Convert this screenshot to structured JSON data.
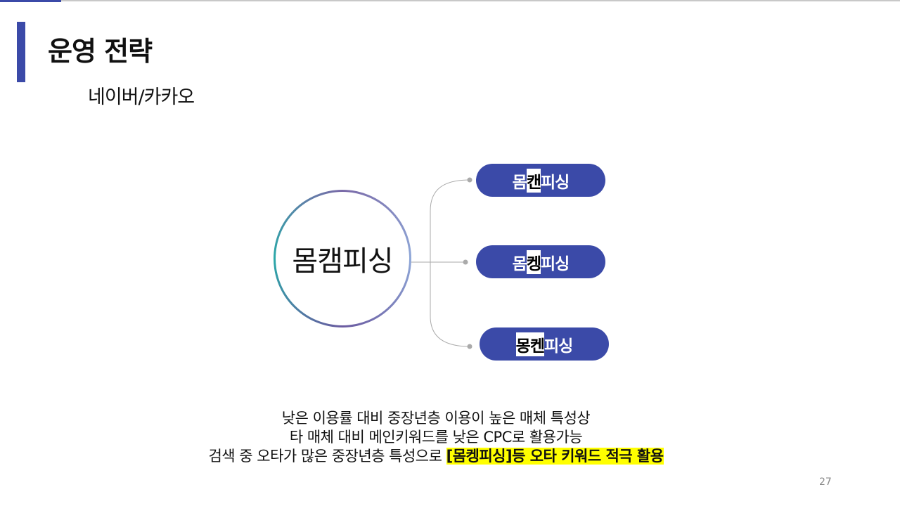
{
  "title": "운영 전략",
  "subtitle": "네이버/카카오",
  "center": "몸캠피싱",
  "pills": [
    {
      "a": "몸",
      "b": "캔",
      "c": " 피싱"
    },
    {
      "a": "몸",
      "b": "켕",
      "c": " 피싱"
    },
    {
      "a": "몽켄",
      "b": "",
      "c": " 피싱"
    }
  ],
  "body": {
    "line1": "낮은 이용률 대비 중장년층 이용이 높은 매체 특성상",
    "line2": "타 매체 대비 메인키워드를 낮은 CPC로 활용가능",
    "line3": "검색 중 오타가 많은 중장년층 특성으로 ",
    "line3_highlight": "[몸켕피싱]등 오타 키워드 적극 활용"
  },
  "page_number": "27",
  "colors": {
    "accent": "#3b4aa8",
    "highlight": "#ffff00"
  }
}
